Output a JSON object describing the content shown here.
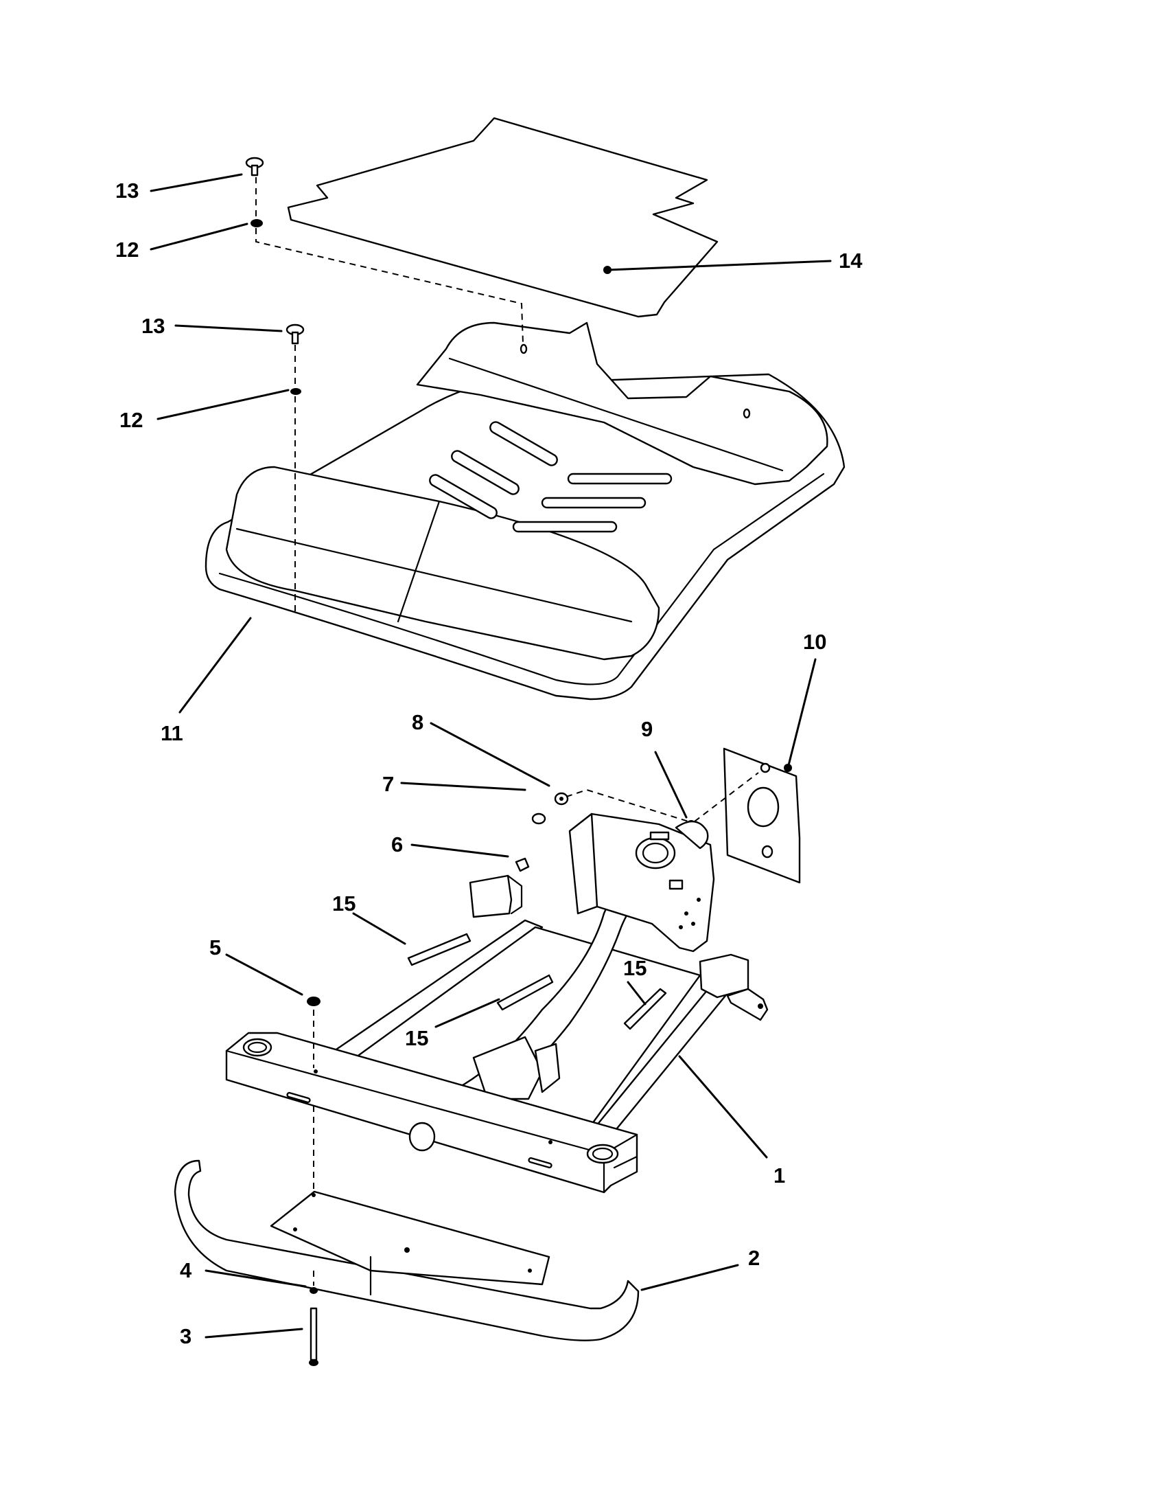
{
  "diagram": {
    "callouts": [
      {
        "id": "c1",
        "text": "1"
      },
      {
        "id": "c2",
        "text": "2"
      },
      {
        "id": "c3",
        "text": "3"
      },
      {
        "id": "c4",
        "text": "4"
      },
      {
        "id": "c5",
        "text": "5"
      },
      {
        "id": "c6",
        "text": "6"
      },
      {
        "id": "c7",
        "text": "7"
      },
      {
        "id": "c8",
        "text": "8"
      },
      {
        "id": "c9",
        "text": "9"
      },
      {
        "id": "c10",
        "text": "10"
      },
      {
        "id": "c11",
        "text": "11"
      },
      {
        "id": "c12a",
        "text": "12"
      },
      {
        "id": "c12b",
        "text": "12"
      },
      {
        "id": "c13a",
        "text": "13"
      },
      {
        "id": "c13b",
        "text": "13"
      },
      {
        "id": "c14",
        "text": "14"
      },
      {
        "id": "c15a",
        "text": "15"
      },
      {
        "id": "c15b",
        "text": "15"
      },
      {
        "id": "c15c",
        "text": "15"
      }
    ]
  }
}
